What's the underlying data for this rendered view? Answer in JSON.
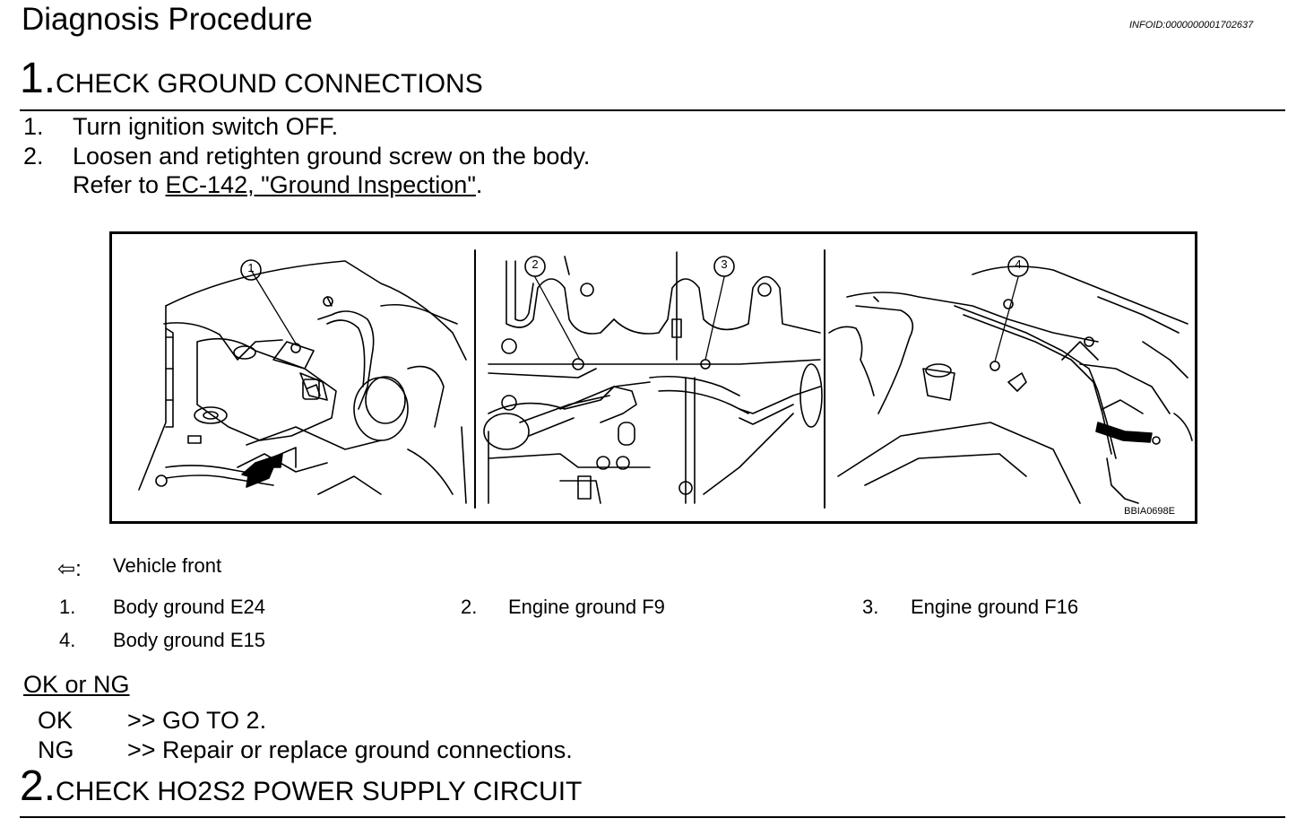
{
  "header": {
    "title": "Diagnosis Procedure",
    "infoid": "INFOID:0000000001702637"
  },
  "step1": {
    "number": "1.",
    "title": "CHECK GROUND CONNECTIONS",
    "items": [
      {
        "num": "1.",
        "text": "Turn ignition switch OFF."
      },
      {
        "num": "2.",
        "text": "Loosen and retighten ground screw on the body."
      }
    ],
    "refer_prefix": "Refer to ",
    "refer_link": "EC-142, \"Ground Inspection\"",
    "refer_suffix": "."
  },
  "figure": {
    "code": "BBIA0698E",
    "callouts": [
      "1",
      "2",
      "3",
      "4"
    ]
  },
  "legend": {
    "arrow_symbol": "⇦:",
    "vehicle_front": "Vehicle front",
    "items": [
      {
        "num": "1.",
        "text": "Body ground E24"
      },
      {
        "num": "2.",
        "text": "Engine ground F9"
      },
      {
        "num": "3.",
        "text": "Engine ground F16"
      },
      {
        "num": "4.",
        "text": "Body ground E15"
      }
    ]
  },
  "okng": {
    "heading": "OK or NG",
    "results": [
      {
        "key": "OK",
        "text": ">> GO TO 2."
      },
      {
        "key": "NG",
        "text": ">> Repair or replace ground connections."
      }
    ]
  },
  "step2": {
    "number": "2.",
    "title": "CHECK HO2S2 POWER SUPPLY CIRCUIT"
  }
}
